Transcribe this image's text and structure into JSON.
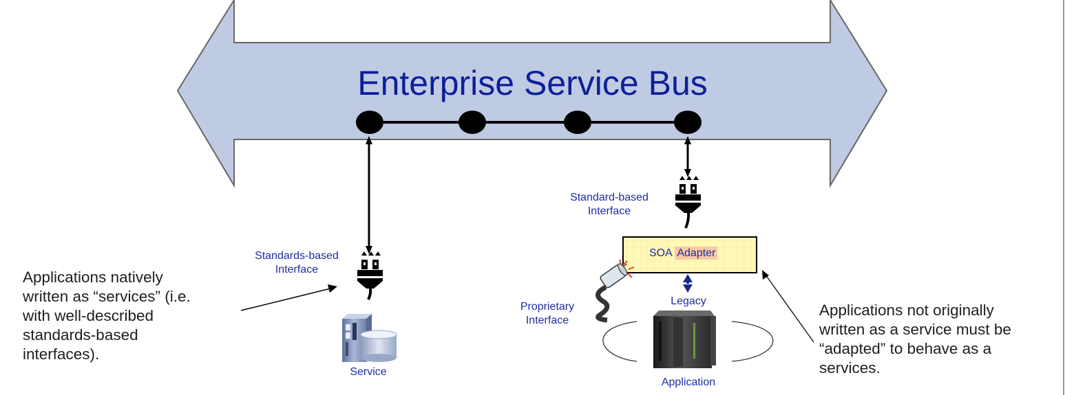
{
  "bus": {
    "title": "Enterprise Service Bus",
    "fill_color": "#bfcbe3",
    "nodes": 4
  },
  "left_side": {
    "interface_label_line1": "Standards-based",
    "interface_label_line2": "Interface",
    "component_label": "Service",
    "icon": "server-with-database-icon",
    "plug_icon": "plug-icon"
  },
  "right_side": {
    "interface_label_line1": "Standard-based",
    "interface_label_line2": "Interface",
    "adapter_prefix": "SOA",
    "adapter_highlight": "Adapter",
    "adapter_fill": "#fff7b8",
    "proprietary_line1": "Proprietary",
    "proprietary_line2": "Interface",
    "legacy_label": "Legacy",
    "application_label": "Application",
    "icon": "mainframe-icon",
    "plug_icon": "plug-icon",
    "proprietary_plug_icon": "legacy-plug-icon"
  },
  "notes": {
    "left_line1": "Applications natively",
    "left_line2": "written as “services”  (i.e.",
    "left_line3": "with well-described",
    "left_line4": "standards-based",
    "left_line5": "interfaces).",
    "right_line1": "Applications not originally",
    "right_line2": "written as a service must be",
    "right_line3": "“adapted” to behave as a",
    "right_line4": "services."
  }
}
